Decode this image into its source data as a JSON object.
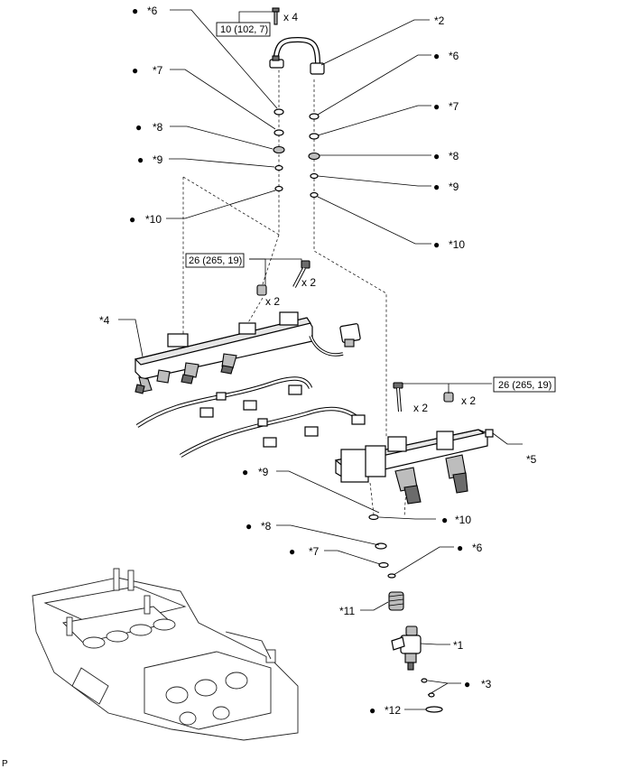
{
  "callouts": {
    "part1": "*1",
    "part2": "*2",
    "part3": "*3",
    "part4": "*4",
    "part5": "*5",
    "part6": "*6",
    "part7": "*7",
    "part8": "*8",
    "part9": "*9",
    "part10": "*10",
    "part11": "*11",
    "part12": "*12"
  },
  "non_reusable_mark": "●",
  "torque": {
    "top": "10 (102, 7)",
    "left": "26 (265, 19)",
    "right": "26 (265, 19)"
  },
  "quantities": {
    "x4": "x 4",
    "x2": "x 2"
  },
  "corner_mark": "P"
}
